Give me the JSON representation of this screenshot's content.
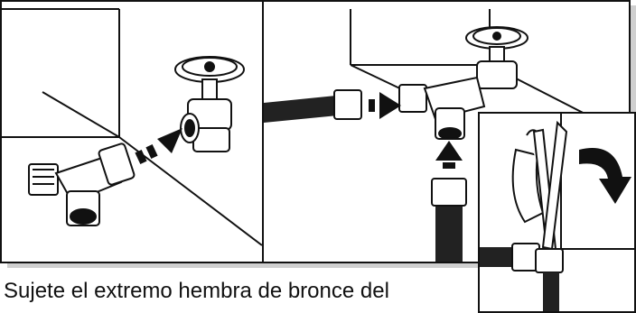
{
  "caption": {
    "text": "Sujete el extremo hembra de bronce del"
  },
  "icons": {
    "panel_1": [
      "y-connector",
      "water-faucet",
      "insert-arrow"
    ],
    "panel_2": [
      "water-faucet",
      "hose",
      "y-connector",
      "right-arrow",
      "up-arrow"
    ],
    "inset": [
      "pliers",
      "hand",
      "tighten-arrow"
    ]
  },
  "colors": {
    "line": "#111111",
    "shadow": "#cfcfcf",
    "background": "#ffffff",
    "hose": "#222222"
  }
}
